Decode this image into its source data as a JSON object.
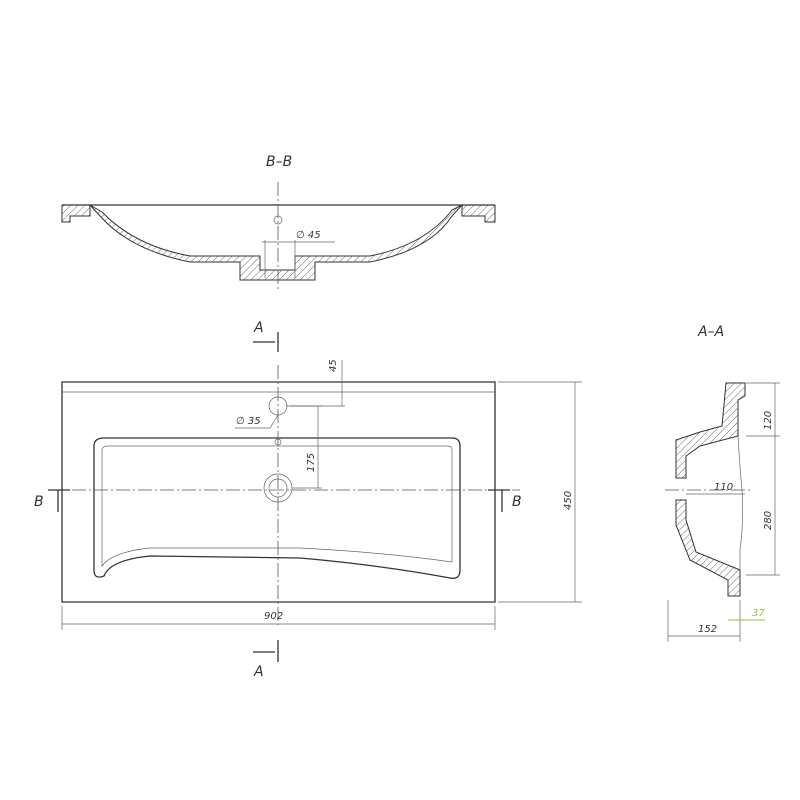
{
  "section_bb": {
    "title": "B–B",
    "hole_dim": "∅ 45"
  },
  "plan": {
    "width_dim": "902",
    "height_dim": "450",
    "hole_offset_dim": "45",
    "hole_dia_dim": "∅ 35",
    "drain_dist_dim": "175",
    "cut_a_top": "A",
    "cut_a_bottom": "A",
    "cut_b_left": "B",
    "cut_b_right": "B"
  },
  "section_aa": {
    "title": "A–A",
    "dim_120": "120",
    "dim_280": "280",
    "dim_110": "110",
    "dim_152": "152",
    "dim_37": "37"
  },
  "colors": {
    "line": "#333333",
    "accent_dim": "#9bbf3a"
  }
}
